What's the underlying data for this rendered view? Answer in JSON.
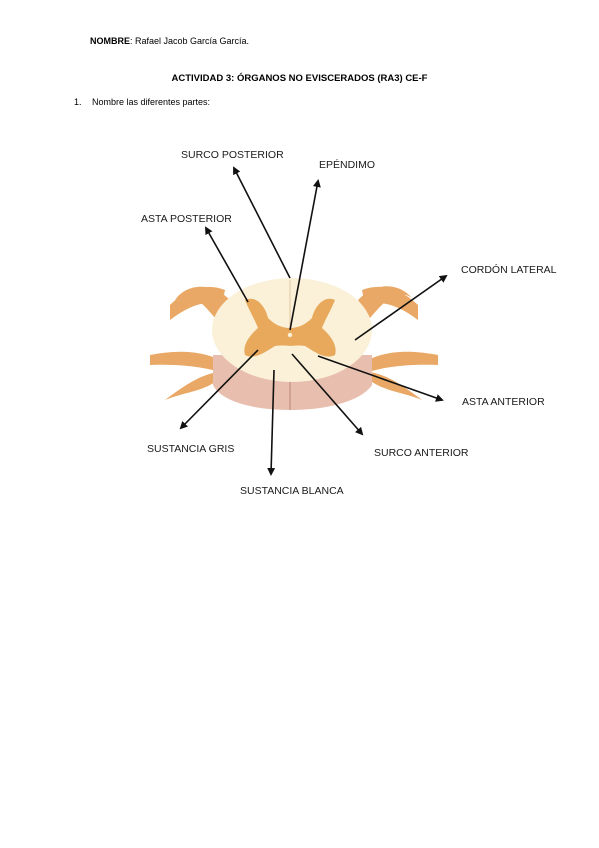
{
  "header": {
    "name_label": "NOMBRE",
    "name_value": ": Rafael Jacob García García."
  },
  "title": "ACTIVIDAD 3: ÓRGANOS NO EVISCERADOS (RA3) CE-F",
  "question": {
    "number": "1.",
    "text": "Nombre las diferentes partes:"
  },
  "diagram": {
    "labels": {
      "surco_posterior": "SURCO POSTERIOR",
      "ependimo": "EPÉNDIMO",
      "asta_posterior": "ASTA POSTERIOR",
      "cordon_lateral": "CORDÓN LATERAL",
      "asta_anterior": "ASTA ANTERIOR",
      "sustancia_gris": "SUSTANCIA GRIS",
      "surco_anterior": "SURCO ANTERIOR",
      "sustancia_blanca": "SUSTANCIA BLANCA"
    },
    "colors": {
      "white_matter": "#fbf0d8",
      "gray_matter": "#e8a95c",
      "nerve_roots": "#e9a865",
      "cut_surface": "#e8bfae"
    }
  }
}
